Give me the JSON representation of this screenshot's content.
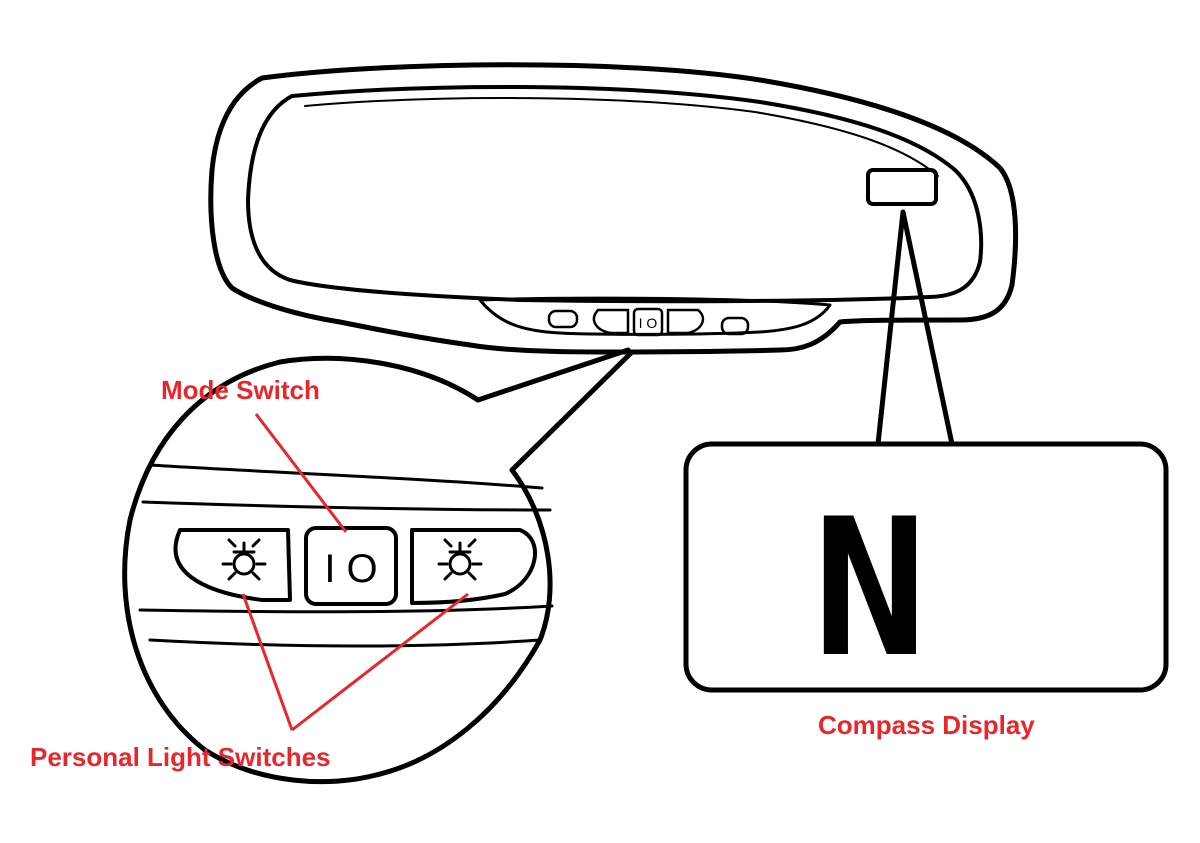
{
  "labels": {
    "mode_switch": "Mode Switch",
    "personal_light_switches": "Personal Light Switches",
    "compass_display": "Compass Display"
  },
  "mode_switch_symbol": "I O",
  "compass_heading": "N",
  "colors": {
    "label": "#e8262b",
    "leader_line": "#e8262b",
    "line_art": "#000000",
    "background": "#ffffff"
  },
  "icons": [
    "rearview-mirror",
    "dome-light-icon",
    "mode-switch",
    "compass-display"
  ]
}
